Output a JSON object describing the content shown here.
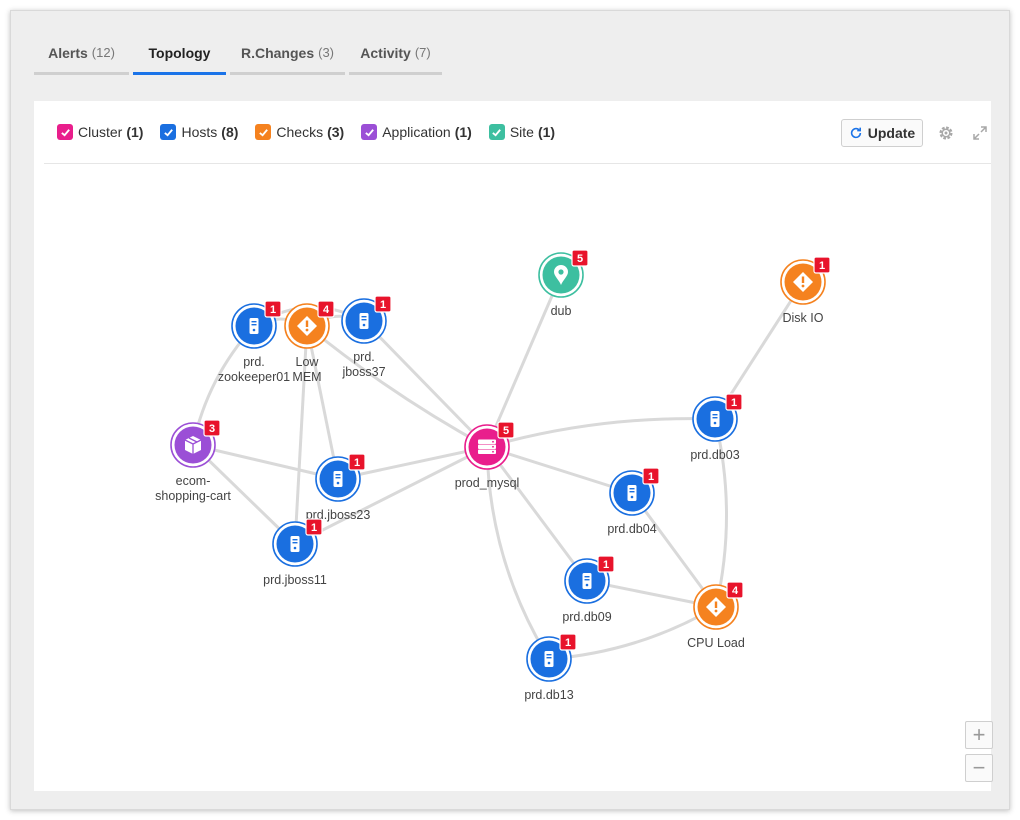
{
  "tabs": [
    {
      "label": "Alerts",
      "count": "(12)",
      "active": false
    },
    {
      "label": "Topology",
      "count": "",
      "active": true
    },
    {
      "label": "R.Changes",
      "count": "(3)",
      "active": false
    },
    {
      "label": "Activity",
      "count": "(7)",
      "active": false
    }
  ],
  "legend": [
    {
      "label": "Cluster",
      "count": "(1)",
      "color": "#e91e8c"
    },
    {
      "label": "Hosts",
      "count": "(8)",
      "color": "#1a6fe0"
    },
    {
      "label": "Checks",
      "count": "(3)",
      "color": "#f5821f"
    },
    {
      "label": "Application",
      "count": "(1)",
      "color": "#9b4fd6"
    },
    {
      "label": "Site",
      "count": "(1)",
      "color": "#3dbfa0"
    }
  ],
  "toolbar": {
    "update_label": "Update",
    "zoom_in_label": "+",
    "zoom_out_label": "−"
  },
  "colors": {
    "cluster": "#e91e8c",
    "host": "#1a6fe0",
    "check": "#f5821f",
    "application": "#9b4fd6",
    "site": "#3dbfa0",
    "badge": "#e8132b",
    "edge": "#d9d9d9"
  },
  "nodes": [
    {
      "id": "zk01",
      "label": [
        "prd.",
        "zookeeper01"
      ],
      "type": "host",
      "badge": "1",
      "icon": "server-icon"
    },
    {
      "id": "lowmem",
      "label": [
        "Low",
        "MEM"
      ],
      "type": "check",
      "badge": "4",
      "icon": "alert-diamond-icon"
    },
    {
      "id": "jboss37",
      "label": [
        "prd.",
        "jboss37"
      ],
      "type": "host",
      "badge": "1",
      "icon": "server-icon"
    },
    {
      "id": "dub",
      "label": [
        "dub"
      ],
      "type": "site",
      "badge": "5",
      "icon": "location-pin-icon"
    },
    {
      "id": "diskio",
      "label": [
        "Disk IO"
      ],
      "type": "check",
      "badge": "1",
      "icon": "alert-diamond-icon"
    },
    {
      "id": "ecom",
      "label": [
        "ecom-",
        "shopping-cart"
      ],
      "type": "application",
      "badge": "3",
      "icon": "package-icon"
    },
    {
      "id": "mysql",
      "label": [
        "prod_mysql"
      ],
      "type": "cluster",
      "badge": "5",
      "icon": "database-icon"
    },
    {
      "id": "jboss23",
      "label": [
        "prd.jboss23"
      ],
      "type": "host",
      "badge": "1",
      "icon": "server-icon"
    },
    {
      "id": "jboss11",
      "label": [
        "prd.jboss11"
      ],
      "type": "host",
      "badge": "1",
      "icon": "server-icon"
    },
    {
      "id": "db03",
      "label": [
        "prd.db03"
      ],
      "type": "host",
      "badge": "1",
      "icon": "server-icon"
    },
    {
      "id": "db04",
      "label": [
        "prd.db04"
      ],
      "type": "host",
      "badge": "1",
      "icon": "server-icon"
    },
    {
      "id": "db09",
      "label": [
        "prd.db09"
      ],
      "type": "host",
      "badge": "1",
      "icon": "server-icon"
    },
    {
      "id": "cpu",
      "label": [
        "CPU Load"
      ],
      "type": "check",
      "badge": "4",
      "icon": "alert-diamond-icon"
    },
    {
      "id": "db13",
      "label": [
        "prd.db13"
      ],
      "type": "host",
      "badge": "1",
      "icon": "server-icon"
    }
  ],
  "edges": [
    [
      "zk01",
      "lowmem"
    ],
    [
      "zk01",
      "jboss37"
    ],
    [
      "lowmem",
      "jboss37"
    ],
    [
      "zk01",
      "ecom"
    ],
    [
      "lowmem",
      "jboss23"
    ],
    [
      "lowmem",
      "jboss11"
    ],
    [
      "jboss37",
      "mysql"
    ],
    [
      "lowmem",
      "mysql"
    ],
    [
      "ecom",
      "jboss23"
    ],
    [
      "ecom",
      "jboss11"
    ],
    [
      "jboss23",
      "mysql"
    ],
    [
      "jboss11",
      "mysql"
    ],
    [
      "dub",
      "mysql"
    ],
    [
      "mysql",
      "db03"
    ],
    [
      "mysql",
      "db04"
    ],
    [
      "mysql",
      "db09"
    ],
    [
      "mysql",
      "db13"
    ],
    [
      "diskio",
      "db03"
    ],
    [
      "db03",
      "cpu"
    ],
    [
      "db04",
      "cpu"
    ],
    [
      "db09",
      "cpu"
    ],
    [
      "db13",
      "cpu"
    ]
  ]
}
